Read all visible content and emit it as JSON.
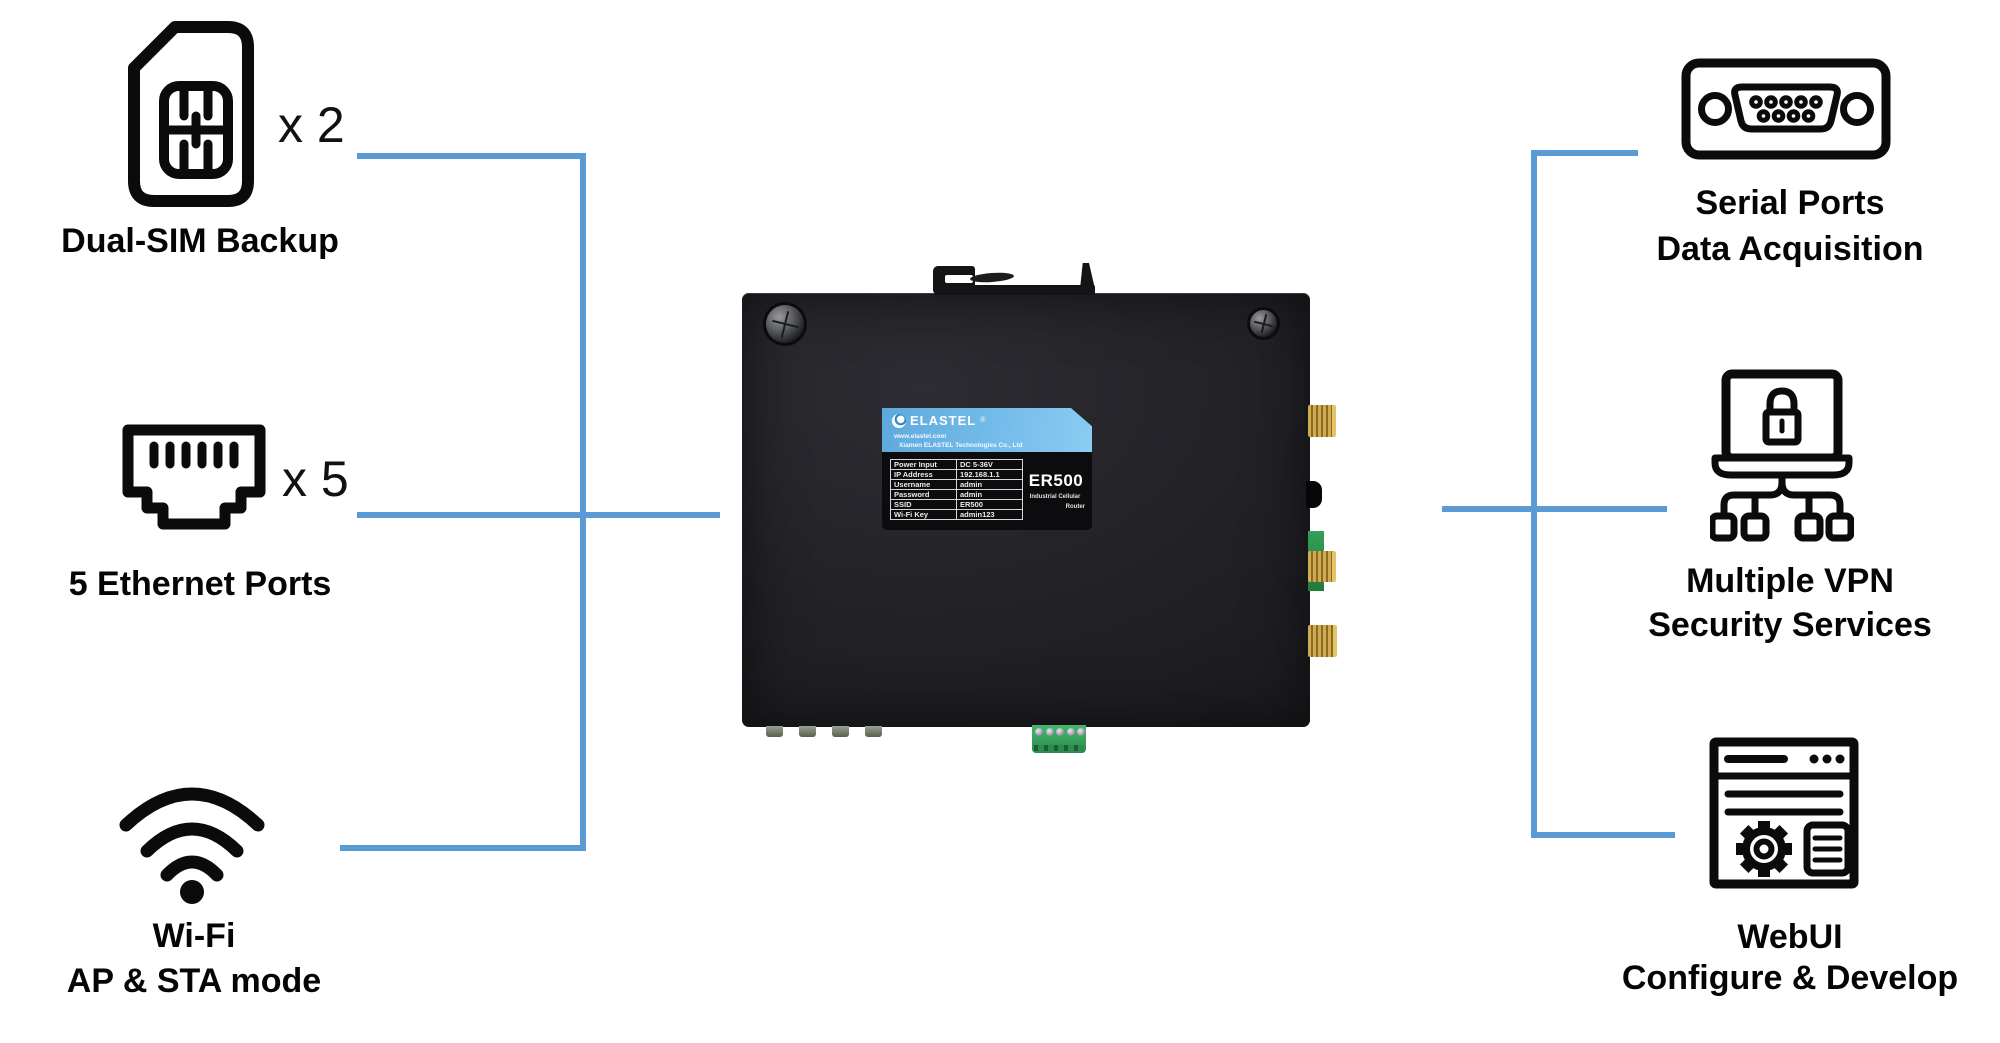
{
  "features_left": [
    {
      "icon": "sim-card",
      "multiplier": "x 2",
      "label_lines": [
        "Dual-SIM Backup"
      ]
    },
    {
      "icon": "ethernet-port",
      "multiplier": "x 5",
      "label_lines": [
        "5 Ethernet Ports"
      ]
    },
    {
      "icon": "wifi",
      "label_lines": [
        "Wi-Fi",
        "AP & STA mode"
      ]
    }
  ],
  "features_right": [
    {
      "icon": "serial-port",
      "label_lines": [
        "Serial Ports",
        "Data Acquisition"
      ]
    },
    {
      "icon": "vpn-security",
      "label_lines": [
        "Multiple VPN",
        "Security Services"
      ]
    },
    {
      "icon": "webui",
      "label_lines": [
        "WebUI",
        "Configure & Develop"
      ]
    }
  ],
  "device": {
    "brand": "ELASTEL",
    "brand_reg": "®",
    "website": "www.elastel.com",
    "company": "Xiamen ELASTEL Technologies Co., Ltd",
    "model": "ER500",
    "model_type_line1": "Industrial Cellular",
    "model_type_line2": "Router",
    "spec_table": [
      {
        "key": "Power Input",
        "value": "DC 5-36V"
      },
      {
        "key": "IP Address",
        "value": "192.168.1.1"
      },
      {
        "key": "Username",
        "value": "admin"
      },
      {
        "key": "Password",
        "value": "admin"
      },
      {
        "key": "SSID",
        "value": "ER500"
      },
      {
        "key": "Wi-Fi Key",
        "value": "admin123"
      }
    ]
  },
  "colors": {
    "connector_blue": "#5B9BD5",
    "label_header_blue": "#74bce9",
    "device_body": "#1d1d22",
    "terminal_green": "#34a158",
    "antenna_gold": "#c9a246"
  }
}
